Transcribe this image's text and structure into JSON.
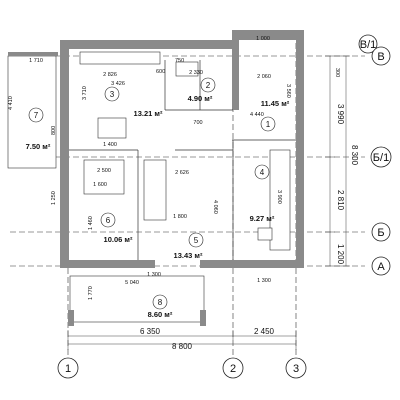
{
  "axes": {
    "letters": [
      "В/1",
      "В",
      "Б/1",
      "Б",
      "А"
    ],
    "numbers": [
      "1",
      "2",
      "3"
    ]
  },
  "rooms": [
    {
      "num": "1",
      "area": "11.45 м²"
    },
    {
      "num": "2",
      "area": "4.90 м²"
    },
    {
      "num": "3",
      "area": "13.21 м²"
    },
    {
      "num": "4",
      "area": "9.27 м²"
    },
    {
      "num": "5",
      "area": "13.43 м²"
    },
    {
      "num": "6",
      "area": "10.06 м²"
    },
    {
      "num": "7",
      "area": "7.50 м²"
    },
    {
      "num": "8",
      "area": "8.60 м²"
    }
  ],
  "dims": {
    "bottom_total": "8 800",
    "bottom_left": "6 350",
    "bottom_right": "2 450",
    "right_total": "8 300",
    "right_top": "3 990",
    "right_mid": "2 810",
    "right_bottom": "1 200",
    "right_300": "300",
    "top_1000": "1 000",
    "top_1710": "1 710",
    "top_2826": "2 826",
    "top_3426": "3 426",
    "top_3710": "3 710",
    "top_600": "600",
    "top_2330": "2 330",
    "top_750": "750",
    "top_2060": "2 060",
    "top_1400": "1 400",
    "top_700": "700",
    "top_4440": "4 440",
    "top_3560": "3 560",
    "top_1300": "1 300",
    "top_1600": "1 600",
    "top_2500": "2 500",
    "top_1460": "1 460",
    "top_1800": "1 800",
    "top_4060": "4 060",
    "top_2626": "2 626",
    "top_3900": "3 900",
    "top_4410": "4 410",
    "top_1250": "1 250",
    "top_800": "800",
    "top_5040": "5 040",
    "top_1770": "1 770",
    "top_1300b": "1 300"
  }
}
